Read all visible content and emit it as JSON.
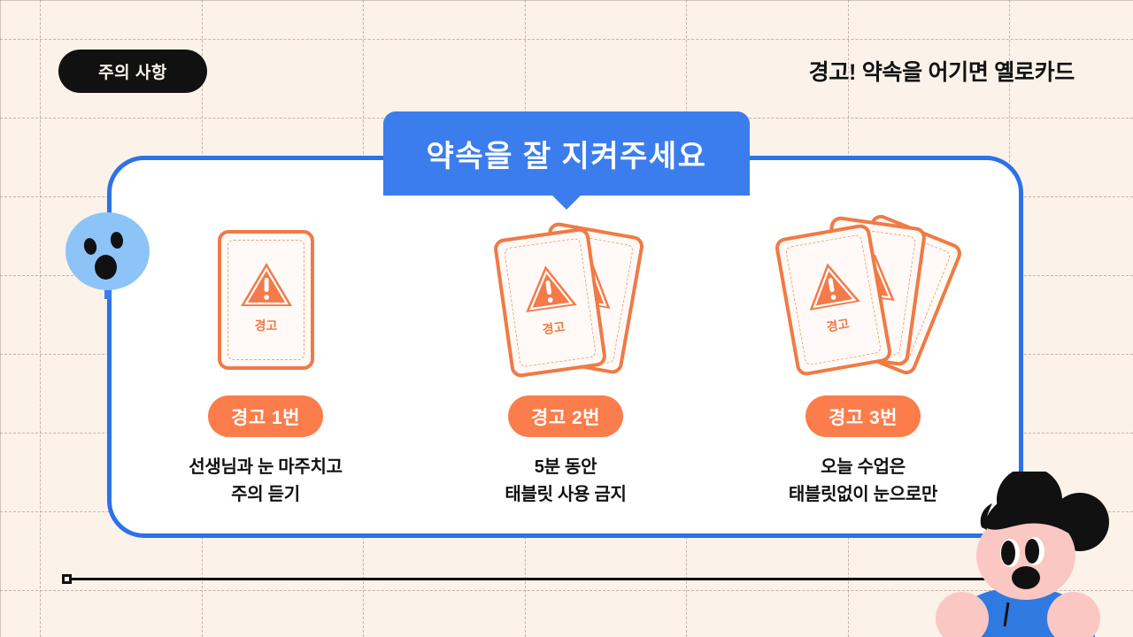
{
  "page": {
    "background_color": "#fbf2ea",
    "panel_border_color": "#2c72e8",
    "banner_color": "#3b7ded",
    "accent_orange": "#fb7d4b",
    "card_border_color": "#f07a45"
  },
  "badge": {
    "label": "주의 사항"
  },
  "headline": {
    "text": "경고! 약속을 어기면 옐로카드"
  },
  "banner": {
    "title": "약속을 잘 지켜주세요"
  },
  "columns": [
    {
      "card_count": 1,
      "card_label": "경고",
      "pill": "경고 1번",
      "caption_line1": "선생님과 눈 마주치고",
      "caption_line2": "주의 듣기"
    },
    {
      "card_count": 2,
      "card_label": "경고",
      "pill": "경고 2번",
      "caption_line1": "5분 동안",
      "caption_line2": "태블릿 사용 금지"
    },
    {
      "card_count": 3,
      "card_label": "경고",
      "pill": "경고 3번",
      "caption_line1": "오늘 수업은",
      "caption_line2": "태블릿없이 눈으로만"
    }
  ],
  "decorations": {
    "blue_face": "surprised-face",
    "character": "cartoon-kid-character",
    "rule_handle": "line-handle"
  }
}
